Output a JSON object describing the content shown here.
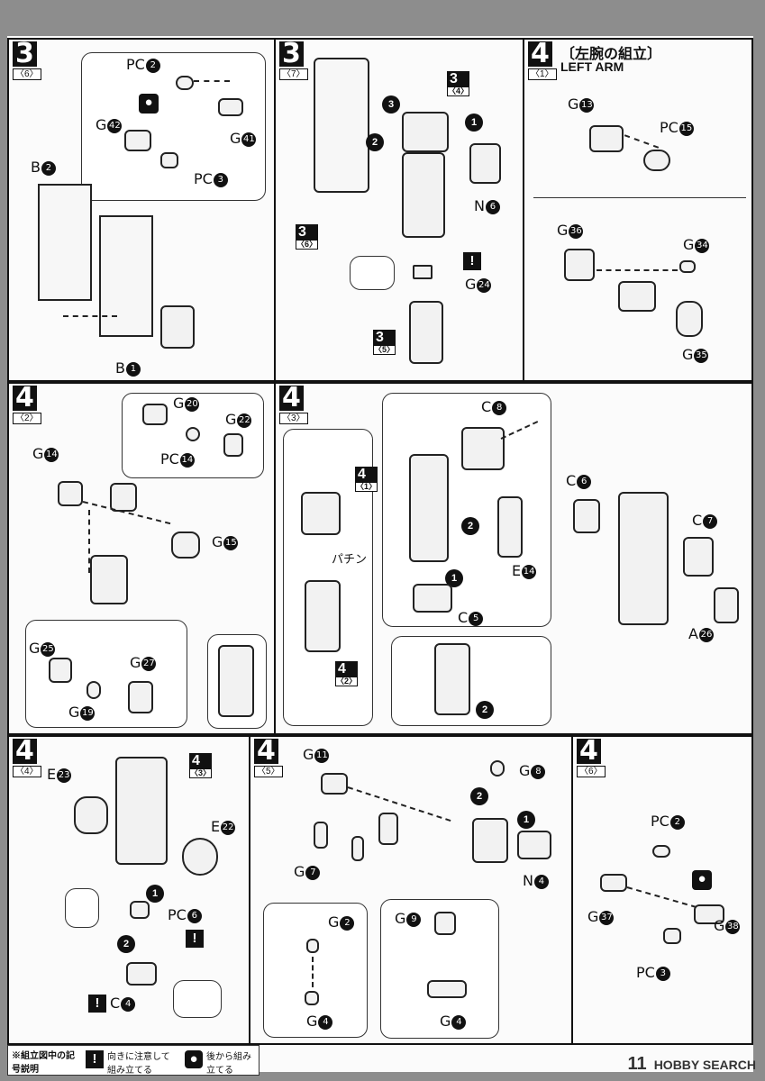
{
  "panels": {
    "p1": {
      "step": "3",
      "sub": "〈6〉",
      "labels": {
        "pc2": "PC",
        "g42": "G",
        "pc3": "PC",
        "g41": "G",
        "b2": "B",
        "b1": "B"
      },
      "nums": {
        "pc2": "2",
        "g42": "42",
        "pc3": "3",
        "g41": "41",
        "b2": "2",
        "b1": "1"
      }
    },
    "p2": {
      "step": "3",
      "sub": "〈7〉",
      "labels": {
        "n6": "N",
        "g24": "G"
      },
      "nums": {
        "n6": "6",
        "g24": "24"
      },
      "refs": [
        {
          "n": "3",
          "s": "〈4〉"
        },
        {
          "n": "3",
          "s": "〈6〉"
        },
        {
          "n": "3",
          "s": "〈5〉"
        }
      ]
    },
    "p3": {
      "step": "4",
      "sub": "〈1〉",
      "title": "〔左腕の組立〕",
      "subtitle": "LEFT ARM",
      "labels": {
        "g13": "G",
        "pc15": "PC",
        "g36": "G",
        "g34": "G",
        "g35": "G"
      },
      "nums": {
        "g13": "13",
        "pc15": "15",
        "g36": "36",
        "g34": "34",
        "g35": "35"
      }
    },
    "p4": {
      "step": "4",
      "sub": "〈2〉",
      "labels": {
        "g20": "G",
        "g22": "G",
        "pc14": "PC",
        "g14": "G",
        "g15": "G",
        "g25": "G",
        "g27": "G",
        "g19": "G"
      },
      "nums": {
        "g20": "20",
        "g22": "22",
        "pc14": "14",
        "g14": "14",
        "g15": "15",
        "g25": "25",
        "g27": "27",
        "g19": "19"
      }
    },
    "p5": {
      "step": "4",
      "sub": "〈3〉",
      "labels": {
        "c8": "C",
        "c6": "C",
        "c7": "C",
        "e14": "E",
        "c5": "C",
        "a26": "A",
        "snap": "パチン"
      },
      "nums": {
        "c8": "8",
        "c6": "6",
        "c7": "7",
        "e14": "14",
        "c5": "5",
        "a26": "26"
      },
      "refs": [
        {
          "n": "4",
          "s": "〈1〉"
        },
        {
          "n": "4",
          "s": "〈2〉"
        }
      ]
    },
    "p6": {
      "step": "4",
      "sub": "〈4〉",
      "labels": {
        "e23": "E",
        "e22": "E",
        "pc6": "PC",
        "c4": "C"
      },
      "nums": {
        "e23": "23",
        "e22": "22",
        "pc6": "6",
        "c4": "4"
      },
      "refs": [
        {
          "n": "4",
          "s": "〈3〉"
        }
      ]
    },
    "p7": {
      "step": "4",
      "sub": "〈5〉",
      "labels": {
        "g11": "G",
        "g8": "G",
        "g7": "G",
        "n4": "N",
        "g2": "G",
        "g9": "G",
        "g4a": "G",
        "g4b": "G"
      },
      "nums": {
        "g11": "11",
        "g8": "8",
        "g7": "7",
        "n4": "4",
        "g2": "2",
        "g9": "9",
        "g4a": "4",
        "g4b": "4"
      }
    },
    "p8": {
      "step": "4",
      "sub": "〈6〉",
      "labels": {
        "pc2": "PC",
        "g37": "G",
        "g38": "G",
        "pc3": "PC"
      },
      "nums": {
        "pc2": "2",
        "g37": "37",
        "g38": "38",
        "pc3": "3"
      }
    }
  },
  "legend": {
    "title": "※組立図中の記号説明",
    "item1": "向きに注意して組み立てる",
    "item2": "後から組み立てる"
  },
  "watermark": "HOBBY SEARCH",
  "page_number": "11"
}
